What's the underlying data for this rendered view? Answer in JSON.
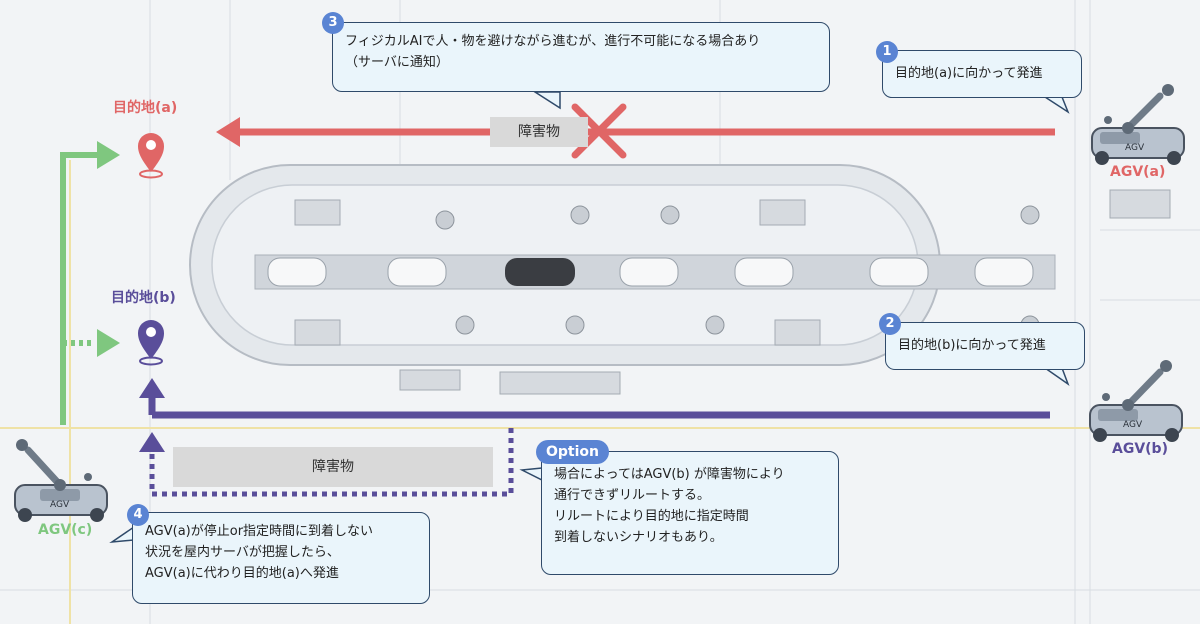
{
  "colors": {
    "route_a": "#e06666",
    "route_b": "#5a4e9a",
    "route_c": "#7fc77f",
    "badge": "#5a84d3",
    "callout_bg": "#eaf5fb"
  },
  "destinations": {
    "a_label": "目的地(a)",
    "b_label": "目的地(b)"
  },
  "agvs": {
    "a_label": "AGV(a)",
    "b_label": "AGV(b)",
    "c_label": "AGV(c)",
    "body_text": "AGV"
  },
  "obstacles": {
    "top_label": "障害物",
    "bottom_label": "障害物"
  },
  "callouts": {
    "c1": {
      "number": "1",
      "lines": [
        "目的地(a)に向かって発進"
      ]
    },
    "c2": {
      "number": "2",
      "lines": [
        "目的地(b)に向かって発進"
      ]
    },
    "c3": {
      "number": "3",
      "lines": [
        "フィジカルAIで人・物を避けながら進むが、進行不可能になる場合あり",
        "（サーバに通知）"
      ]
    },
    "c4": {
      "number": "4",
      "lines": [
        "AGV(a)が停止or指定時間に到着しない",
        "状況を屋内サーバが把握したら、",
        "AGV(a)に代わり目的地(a)へ発進"
      ]
    },
    "option": {
      "badge": "Option",
      "lines": [
        "場合によってはAGV(b) が障害物により",
        "通行できずリルートする。",
        "リルートにより目的地に指定時間",
        "到着しないシナリオもあり。"
      ]
    }
  }
}
